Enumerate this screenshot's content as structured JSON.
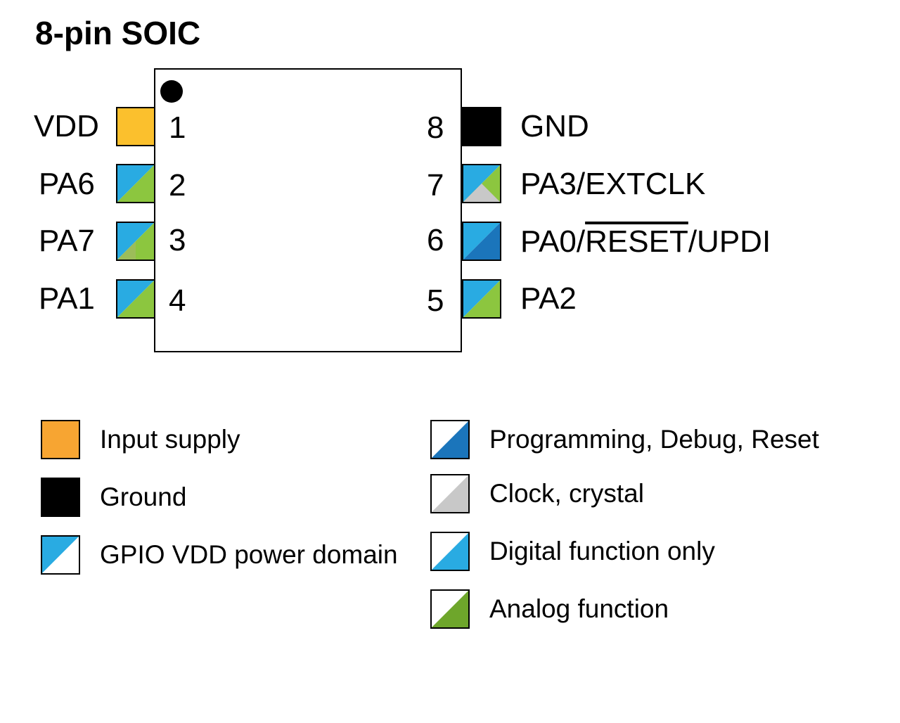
{
  "title": "8-pin SOIC",
  "colors": {
    "input_supply": "#F7A532",
    "vdd_pin": "#FBC02D",
    "ground": "#000000",
    "gpio_blue": "#29ABE2",
    "programming_blue": "#1B75BB",
    "clock_gray": "#C8C8C8",
    "analog_green": "#8CC63F",
    "analog_green_dark": "#6EA62B"
  },
  "pins_left": [
    {
      "number": "1",
      "label": "VDD"
    },
    {
      "number": "2",
      "label": "PA6"
    },
    {
      "number": "3",
      "label": "PA7"
    },
    {
      "number": "4",
      "label": "PA1"
    }
  ],
  "pins_right": [
    {
      "number": "8",
      "label": "GND"
    },
    {
      "number": "7",
      "label": "PA3/EXTCLK"
    },
    {
      "number": "6",
      "label_prefix": "PA0/",
      "label_overline": "RESET",
      "label_suffix": "/UPDI"
    },
    {
      "number": "5",
      "label": "PA2"
    }
  ],
  "legend": [
    {
      "label": "Input supply",
      "icon": "input-supply-swatch"
    },
    {
      "label": "Ground",
      "icon": "ground-swatch"
    },
    {
      "label": "GPIO VDD power domain",
      "icon": "gpio-vdd-swatch"
    },
    {
      "label": "Programming, Debug, Reset",
      "icon": "programming-swatch"
    },
    {
      "label": "Clock, crystal",
      "icon": "clock-swatch"
    },
    {
      "label": "Digital function only",
      "icon": "digital-swatch"
    },
    {
      "label": "Analog function",
      "icon": "analog-swatch"
    }
  ]
}
